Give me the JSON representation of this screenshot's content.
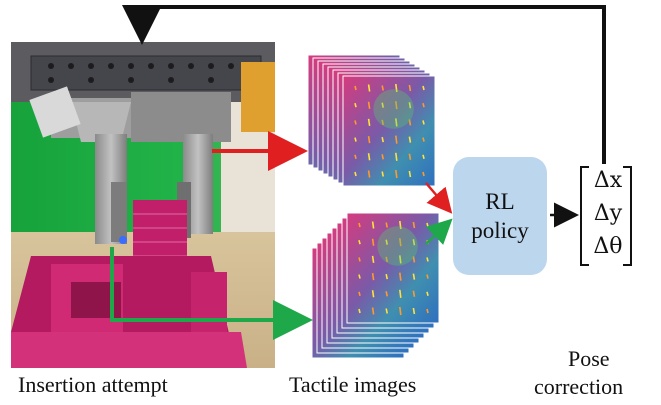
{
  "captions": {
    "insertion": "Insertion attempt",
    "tactile": "Tactile images",
    "pose_line1": "Pose",
    "pose_line2": "correction"
  },
  "policy": {
    "line1": "RL",
    "line2": "policy"
  },
  "pose_vector": [
    "Δx",
    "Δy",
    "Δθ"
  ],
  "colors": {
    "green_background": "#1aa03a",
    "magenta_part": "#c8206e",
    "gripper_metal": "#9a9a9a",
    "policy_box": "#bcd6ee",
    "arrow_red": "#e02020",
    "arrow_green": "#1fa84a",
    "arrow_black": "#111111"
  },
  "icons": [
    "robot-gripper-photo",
    "tactile-image-stack",
    "feedback-arrow"
  ]
}
